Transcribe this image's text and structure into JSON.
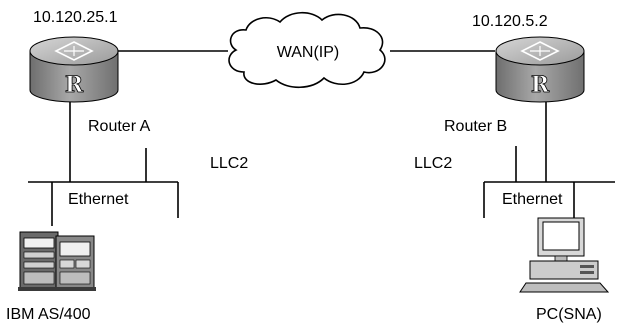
{
  "routers": {
    "a": {
      "ip": "10.120.25.1",
      "name": "Router A",
      "badge": "R"
    },
    "b": {
      "ip": "10.120.5.2",
      "name": "Router B",
      "badge": "R"
    }
  },
  "wan": {
    "label": "WAN(IP)"
  },
  "links": {
    "llc2_left": "LLC2",
    "llc2_right": "LLC2"
  },
  "lans": {
    "left": "Ethernet",
    "right": "Ethernet"
  },
  "hosts": {
    "left": "IBM AS/400",
    "right": "PC(SNA)"
  },
  "colors": {
    "router_top": "#b8b8b8",
    "router_body": "#8a8a8a",
    "stroke": "#000000"
  }
}
